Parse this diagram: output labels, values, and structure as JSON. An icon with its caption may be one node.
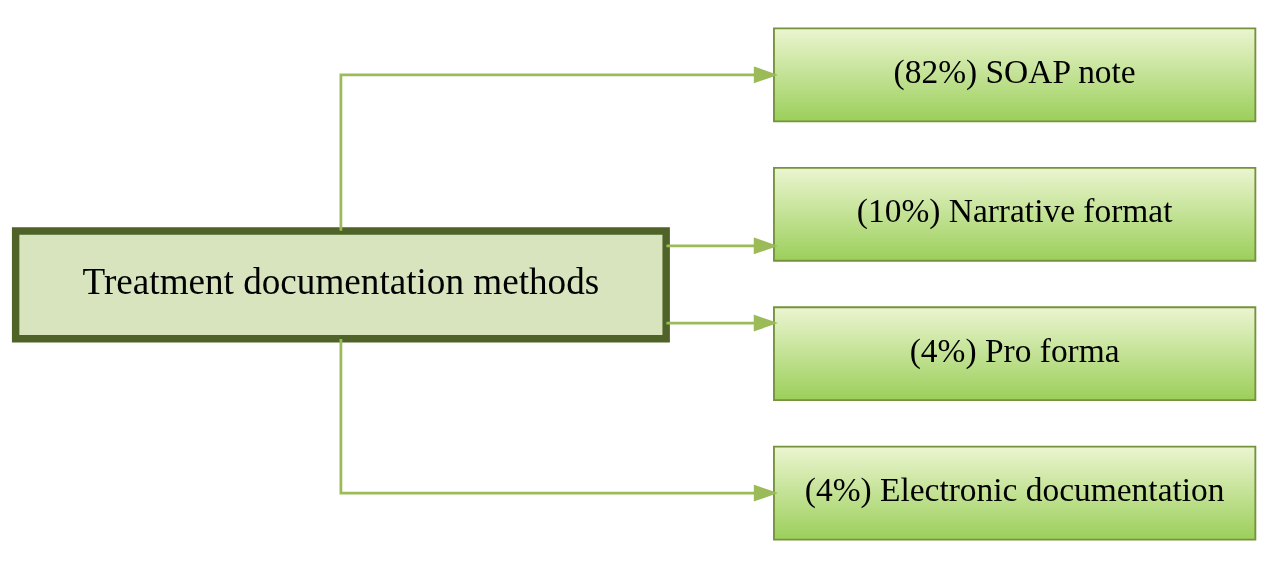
{
  "diagram": {
    "nodes": [
      {
        "text": [
          "Treatment documentation methods"
        ]
      },
      {
        "text": [
          "(82%) SOAP note"
        ]
      },
      {
        "text": [
          "(10%) Narrative format"
        ]
      },
      {
        "text": [
          "(4%) Pro forma"
        ]
      },
      {
        "text": [
          "(4%) Electronic documentation"
        ]
      }
    ],
    "edges": [
      {
        "from": 0,
        "to": 1,
        "arrow": "to"
      },
      {
        "from": 0,
        "to": 2,
        "arrow": "to"
      },
      {
        "from": 0,
        "to": 3,
        "arrow": "to"
      },
      {
        "from": 0,
        "to": 4,
        "arrow": "to"
      }
    ]
  }
}
